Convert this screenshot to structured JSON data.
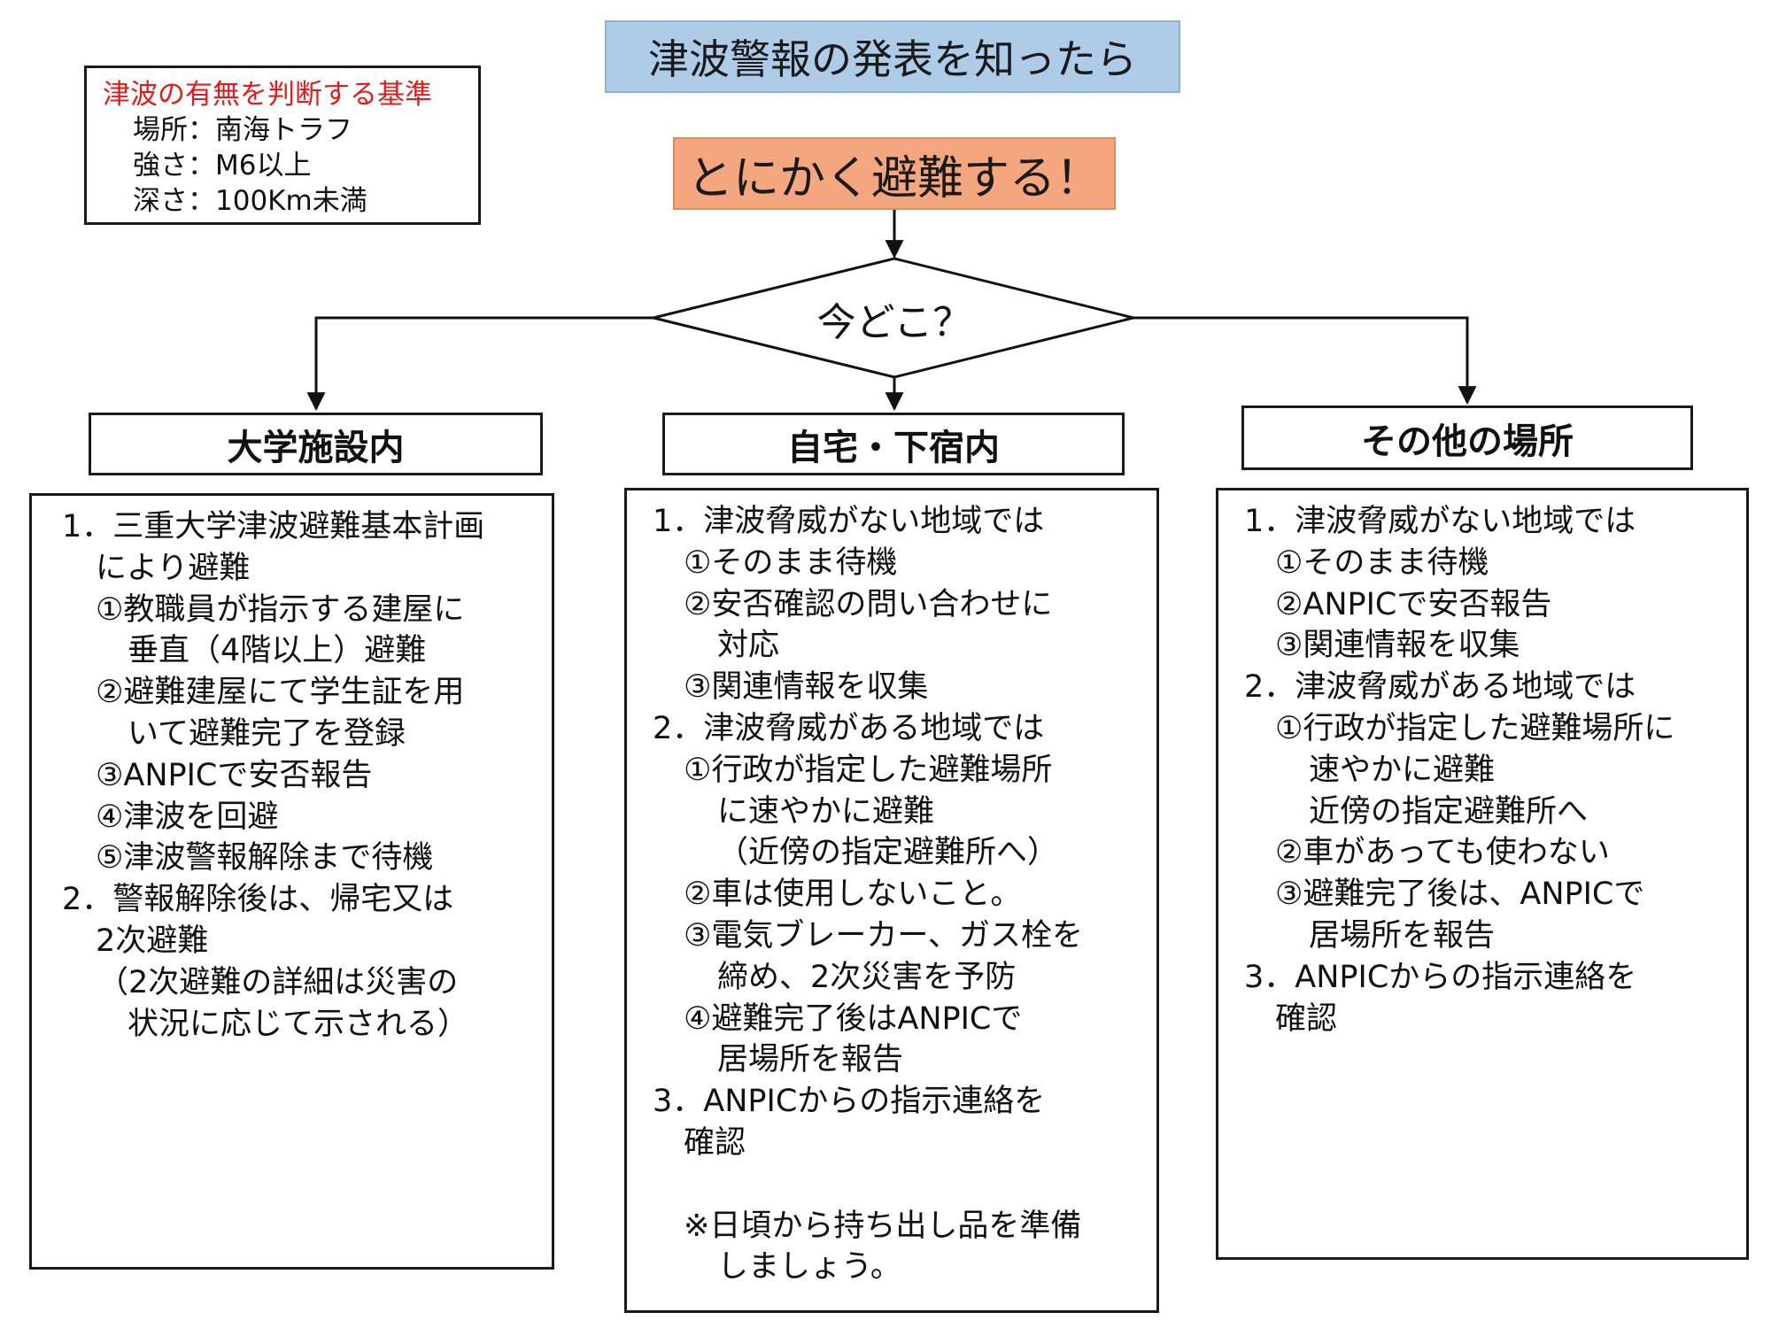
{
  "title": "津波警報の発表を知ったら",
  "banner": "とにかく避難する！",
  "criteria": {
    "heading": "津波の有無を判断する基準",
    "items": [
      "場所：南海トラフ",
      "強さ：M6以上",
      "深さ：100Km未満"
    ]
  },
  "decision": "今どこ？",
  "categories": {
    "university": "大学施設内",
    "home": "自宅・下宿内",
    "other": "その他の場所"
  },
  "panels": {
    "university": [
      "1．三重大学津波避難基本計画",
      "により避難",
      "①教職員が指示する建屋に",
      "垂直（4階以上）避難",
      "②避難建屋にて学生証を用",
      "いて避難完了を登録",
      "③ANPICで安否報告",
      "④津波を回避",
      "⑤津波警報解除まで待機",
      "2．警報解除後は、帰宅又は",
      "2次避難",
      "（2次避難の詳細は災害の",
      "状況に応じて示される）"
    ],
    "home": [
      "1．津波脅威がない地域では",
      "①そのまま待機",
      "②安否確認の問い合わせに",
      "対応",
      "③関連情報を収集",
      "2．津波脅威がある地域では",
      "①行政が指定した避難場所",
      "に速やかに避難",
      "（近傍の指定避難所へ）",
      "②車は使用しないこと。",
      "③電気ブレーカー、ガス栓を",
      "締め、2次災害を予防",
      "④避難完了後はANPICで",
      "居場所を報告",
      "3．ANPICからの指示連絡を",
      "確認",
      "",
      "※日頃から持ち出し品を準備",
      "しましょう。"
    ],
    "other": [
      "1．津波脅威がない地域では",
      "①そのまま待機",
      "②ANPICで安否報告",
      "③関連情報を収集",
      "2．津波脅威がある地域では",
      "①行政が指定した避難場所に",
      "速やかに避難",
      "近傍の指定避難所へ",
      "②車があっても使わない",
      "③避難完了後は、ANPICで",
      "居場所を報告",
      "3．ANPICからの指示連絡を",
      "確認"
    ]
  }
}
